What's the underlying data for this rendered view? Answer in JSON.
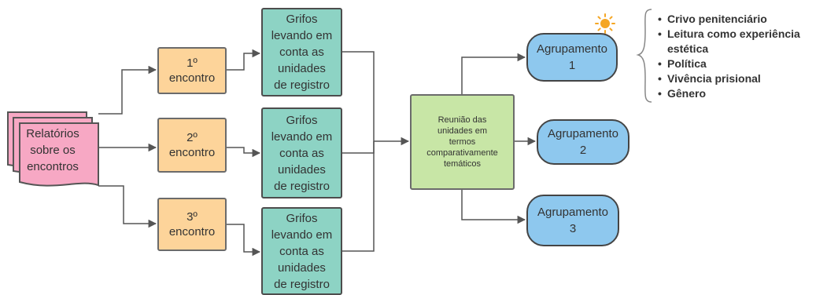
{
  "source": {
    "label": "Relatórios\nsobre os\nencontros",
    "color": "#f7a8c4"
  },
  "encontros": [
    {
      "label": "1º\nencontro"
    },
    {
      "label": "2º\nencontro"
    },
    {
      "label": "3º\nencontro"
    }
  ],
  "grifos": [
    {
      "label": "Grifos\nlevando em\nconta as\nunidades\nde registro"
    },
    {
      "label": "Grifos\nlevando em\nconta as\nunidades\nde registro"
    },
    {
      "label": "Grifos\nlevando em\nconta as\nunidades\nde registro"
    }
  ],
  "reuniao": {
    "label": "Reunião das\nunidades em\ntermos\ncomparativamente\ntemáticos"
  },
  "agrupamentos": [
    {
      "label": "Agrupamento\n1",
      "highlighted": true
    },
    {
      "label": "Agrupamento\n2",
      "highlighted": false
    },
    {
      "label": "Agrupamento\n3",
      "highlighted": false
    }
  ],
  "themes": [
    "Crivo penitenciário",
    "Leitura como experiência",
    "estética",
    "Política",
    "Vivência prisional",
    "Gênero"
  ],
  "colors": {
    "encontro": "#fdd49a",
    "grifo": "#8dd3c4",
    "reuniao": "#c8e6a6",
    "agrupamento": "#8ec8ee",
    "sun": "#f5a623",
    "connector": "#555555"
  },
  "icons": {
    "highlight": "sun-icon",
    "brace": "curly-brace"
  }
}
